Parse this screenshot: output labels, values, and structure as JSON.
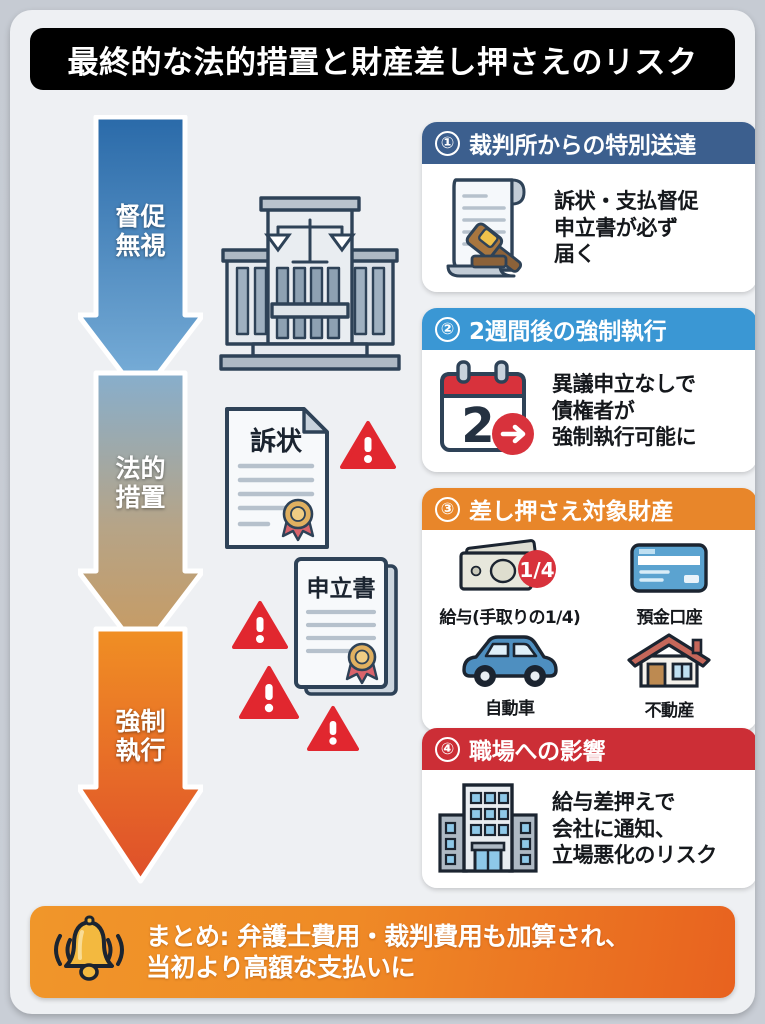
{
  "title": "最終的な法的措置と財産差し押さえのリスク",
  "flow_arrow": {
    "name": "flow-arrow",
    "segments": [
      {
        "label": "督促\n無視",
        "label_line1": "督促",
        "label_line2": "無視",
        "color_top": "#2b6cab",
        "color_bottom": "#7fb3db"
      },
      {
        "label": "法的\n措置",
        "label_line1": "法的",
        "label_line2": "措置",
        "color_top": "#8fb4cf",
        "color_bottom": "#c69a62"
      },
      {
        "label": "強制\n執行",
        "label_line1": "強制",
        "label_line2": "執行",
        "color_top": "#f08a22",
        "color_bottom": "#e0502a"
      }
    ]
  },
  "illustrations": {
    "courthouse": "courthouse-icon",
    "document_sojo": {
      "icon": "document-icon",
      "label": "訴状"
    },
    "document_moushitatesho": {
      "icon": "documents-icon",
      "label": "申立書"
    },
    "warning_count": 4
  },
  "cards": [
    {
      "number": "①",
      "title": "裁判所からの特別送達",
      "header_color": "#3c5f8e",
      "icon": "scroll-gavel-icon",
      "text_lines": [
        "訴状・支払督促",
        "申立書が必ず",
        "届く"
      ]
    },
    {
      "number": "②",
      "title": "2週間後の強制執行",
      "header_color": "#3a97d4",
      "icon": "calendar-arrow-icon",
      "calendar_number": "2",
      "text_lines": [
        "異議申立なしで",
        "債権者が",
        "強制執行可能に"
      ]
    },
    {
      "number": "③",
      "title": "差し押さえ対象財産",
      "header_color": "#e8862a",
      "assets": [
        {
          "icon": "money-icon",
          "badge": "1/4",
          "label": "給与(手取りの1/4)"
        },
        {
          "icon": "bank-card-icon",
          "label": "預金口座"
        },
        {
          "icon": "car-icon",
          "label": "自動車"
        },
        {
          "icon": "house-icon",
          "label": "不動産"
        }
      ]
    },
    {
      "number": "④",
      "title": "職場への影響",
      "header_color": "#cc2e36",
      "icon": "office-building-icon",
      "text_lines": [
        "給与差押えで",
        "会社に通知、",
        "立場悪化のリスク"
      ]
    }
  ],
  "summary": {
    "icon": "bell-icon",
    "line1": "まとめ: 弁護士費用・裁判費用も加算され、",
    "line2": "当初より高額な支払いに"
  },
  "colors": {
    "board_bg": "#eef0f3",
    "title_bg": "#000000",
    "accent_navy": "#3c5f8e",
    "accent_blue": "#3a97d4",
    "accent_orange": "#e8862a",
    "accent_red": "#cc2e36",
    "warning_red": "#e1272f"
  }
}
